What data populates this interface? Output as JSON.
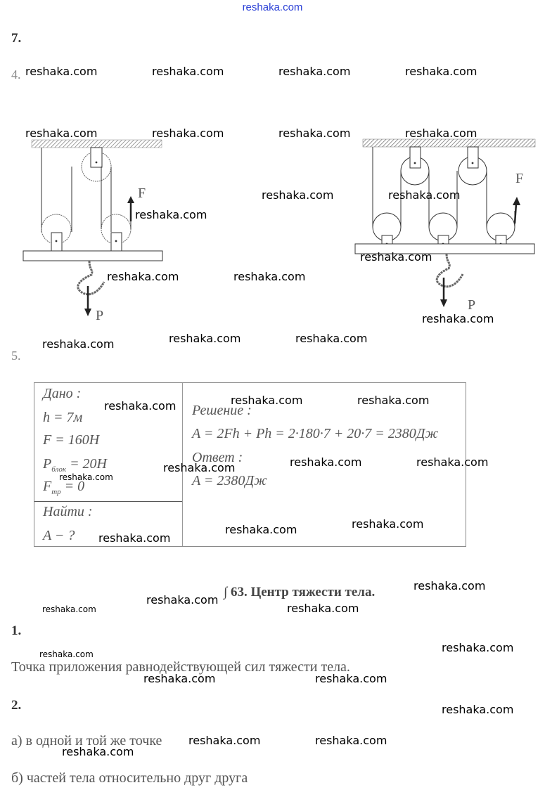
{
  "header": {
    "site": "reshaka.com"
  },
  "task7": {
    "number": "7.",
    "sub4": {
      "number": "4.",
      "diagram_left": {
        "force_label": "F",
        "weight_label": "P"
      },
      "diagram_right": {
        "force_label": "F",
        "weight_label": "P"
      }
    },
    "sub5": {
      "number": "5.",
      "given": {
        "heading": "Дано :",
        "h": "h = 7м",
        "F": "F = 160H",
        "P_block_main": "P",
        "P_block_sub": "блок",
        "P_block_val": " = 20H",
        "F_tr_main": "F",
        "F_tr_sub": "тр",
        "F_tr_val": " = 0"
      },
      "find": {
        "heading": "Найти :",
        "value": "A − ?"
      },
      "solution": {
        "heading": "Решение :",
        "formula": "A = 2Fh + Ph = 2·180·7 + 20·7 = 2380Дж",
        "answer_heading": "Ответ :",
        "answer": "A = 2380Дж"
      }
    }
  },
  "section63": {
    "title": "∫ 63. Центр тяжести тела.",
    "q1": {
      "number": "1.",
      "answer": "Точка приложения равнодействующей сил тяжести тела."
    },
    "q2": {
      "number": "2.",
      "a": "а) в одной и той же точке",
      "b": "б) частей тела относительно друг друга"
    }
  },
  "watermark": "reshaka.com"
}
